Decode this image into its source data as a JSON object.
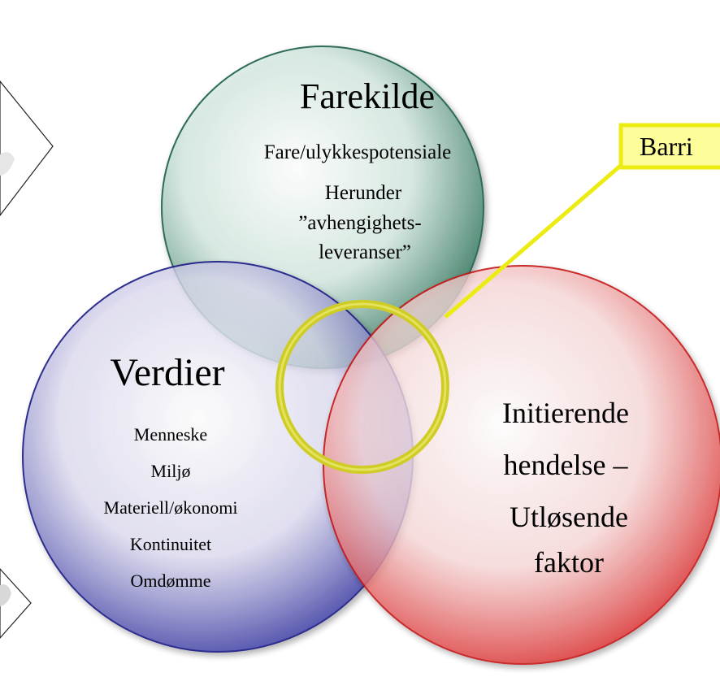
{
  "diagram": {
    "farekilde": {
      "title": "Farekilde",
      "line1": "Fare/ulykkespotensiale",
      "line2": "Herunder",
      "line3": "”avhengighets-",
      "line4": "leveranser”",
      "color": "#5a9a82"
    },
    "verdier": {
      "title": "Verdier",
      "items": [
        "Menneske",
        "Miljø",
        "Materiell/økonomi",
        "Kontinuitet",
        "Omdømme"
      ],
      "color": "#3a3aa8"
    },
    "initierende": {
      "lines": [
        "Initierende",
        "hendelse –",
        "Utløsende",
        "faktor"
      ],
      "color": "#e03a3a"
    },
    "barrier": {
      "label": "Barri",
      "color": "#f2f20a",
      "ring_color": "#d4d22a"
    }
  }
}
